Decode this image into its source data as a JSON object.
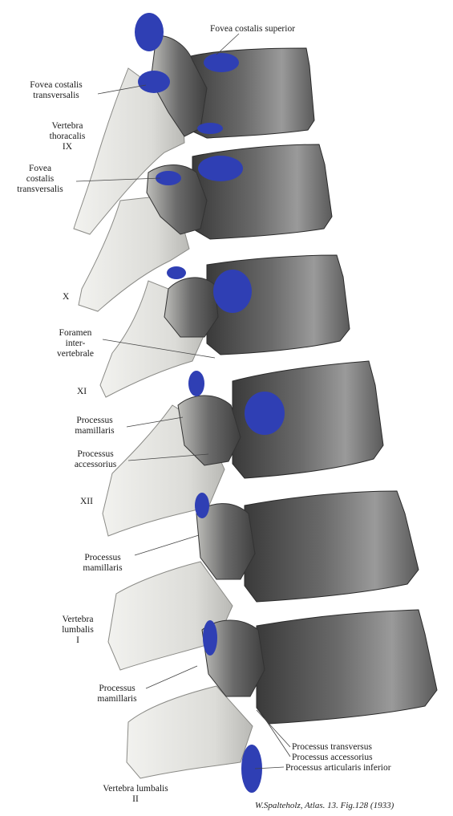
{
  "labels": {
    "fovea_costalis_superior": "Fovea costalis superior",
    "fovea_costalis_transversalis_1": [
      "Fovea costalis",
      "transversalis"
    ],
    "vertebra_thoracalis_ix": [
      "Vertebra",
      "thoracalis",
      "IX"
    ],
    "fovea_costalis_transversalis_2": [
      "Fovea",
      "costalis",
      "transversalis"
    ],
    "vertebra_x": "X",
    "foramen_intervertebrale": [
      "Foramen",
      "inter-",
      "vertebrale"
    ],
    "vertebra_xi": "XI",
    "processus_mamillaris_1": [
      "Processus",
      "mamillaris"
    ],
    "processus_accessorius": [
      "Processus",
      "accessorius"
    ],
    "vertebra_xii": "XII",
    "processus_mamillaris_2": [
      "Processus",
      "mamillaris"
    ],
    "vertebra_lumbalis_i": [
      "Vertebra",
      "lumbalis",
      "I"
    ],
    "processus_mamillaris_3": [
      "Processus",
      "mamillaris"
    ],
    "processus_transversus": "Processus transversus",
    "processus_accessorius_2": "Processus accessorius",
    "processus_articularis_inferior": "Processus articularis inferior",
    "vertebra_lumbalis_ii": [
      "Vertebra lumbalis",
      "II"
    ]
  },
  "credit": "W.Spalteholz, Atlas. 13. Fig.128 (1933)",
  "colors": {
    "articular_facet": "#2f3fb4",
    "bone_light": "#e6e6e3",
    "bone_dark": "#4a4a4a",
    "leader_line": "#444444"
  }
}
